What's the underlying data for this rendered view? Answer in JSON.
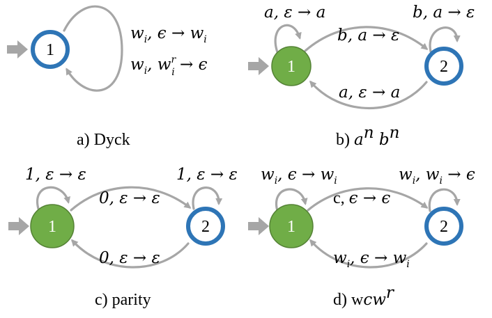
{
  "colors": {
    "accept_fill": "#ffffff",
    "accept_stroke": "#2e75b6",
    "nonaccept_fill": "#70ad47",
    "nonaccept_stroke": "#548235",
    "arrow": "#a6a6a6"
  },
  "panels": [
    {
      "id": "a",
      "caption_text": "a) Dyck",
      "states": [
        "1"
      ],
      "transitions": [
        "w_i, ε → w_i",
        "w_i, w_i^r → ε"
      ]
    },
    {
      "id": "b",
      "caption_prefix": "b) ",
      "caption_math": "a^n b^n",
      "states": [
        "1",
        "2"
      ],
      "transitions": [
        "a, ε → a",
        "b, a → ε",
        "b, a → ε",
        "a, ε → a"
      ]
    },
    {
      "id": "c",
      "caption_text": "c) parity",
      "states": [
        "1",
        "2"
      ],
      "transitions": [
        "1, ε → ε",
        "0, ε → ε",
        "1, ε → ε",
        "0, ε → ε"
      ]
    },
    {
      "id": "d",
      "caption_prefix": "d) w",
      "caption_math": "cw^r",
      "states": [
        "1",
        "2"
      ],
      "transitions": [
        "w_i, ε → w_i",
        "c, ε → ε",
        "w_i, w_i → ε",
        "w_i, ε → w_i"
      ]
    }
  ]
}
